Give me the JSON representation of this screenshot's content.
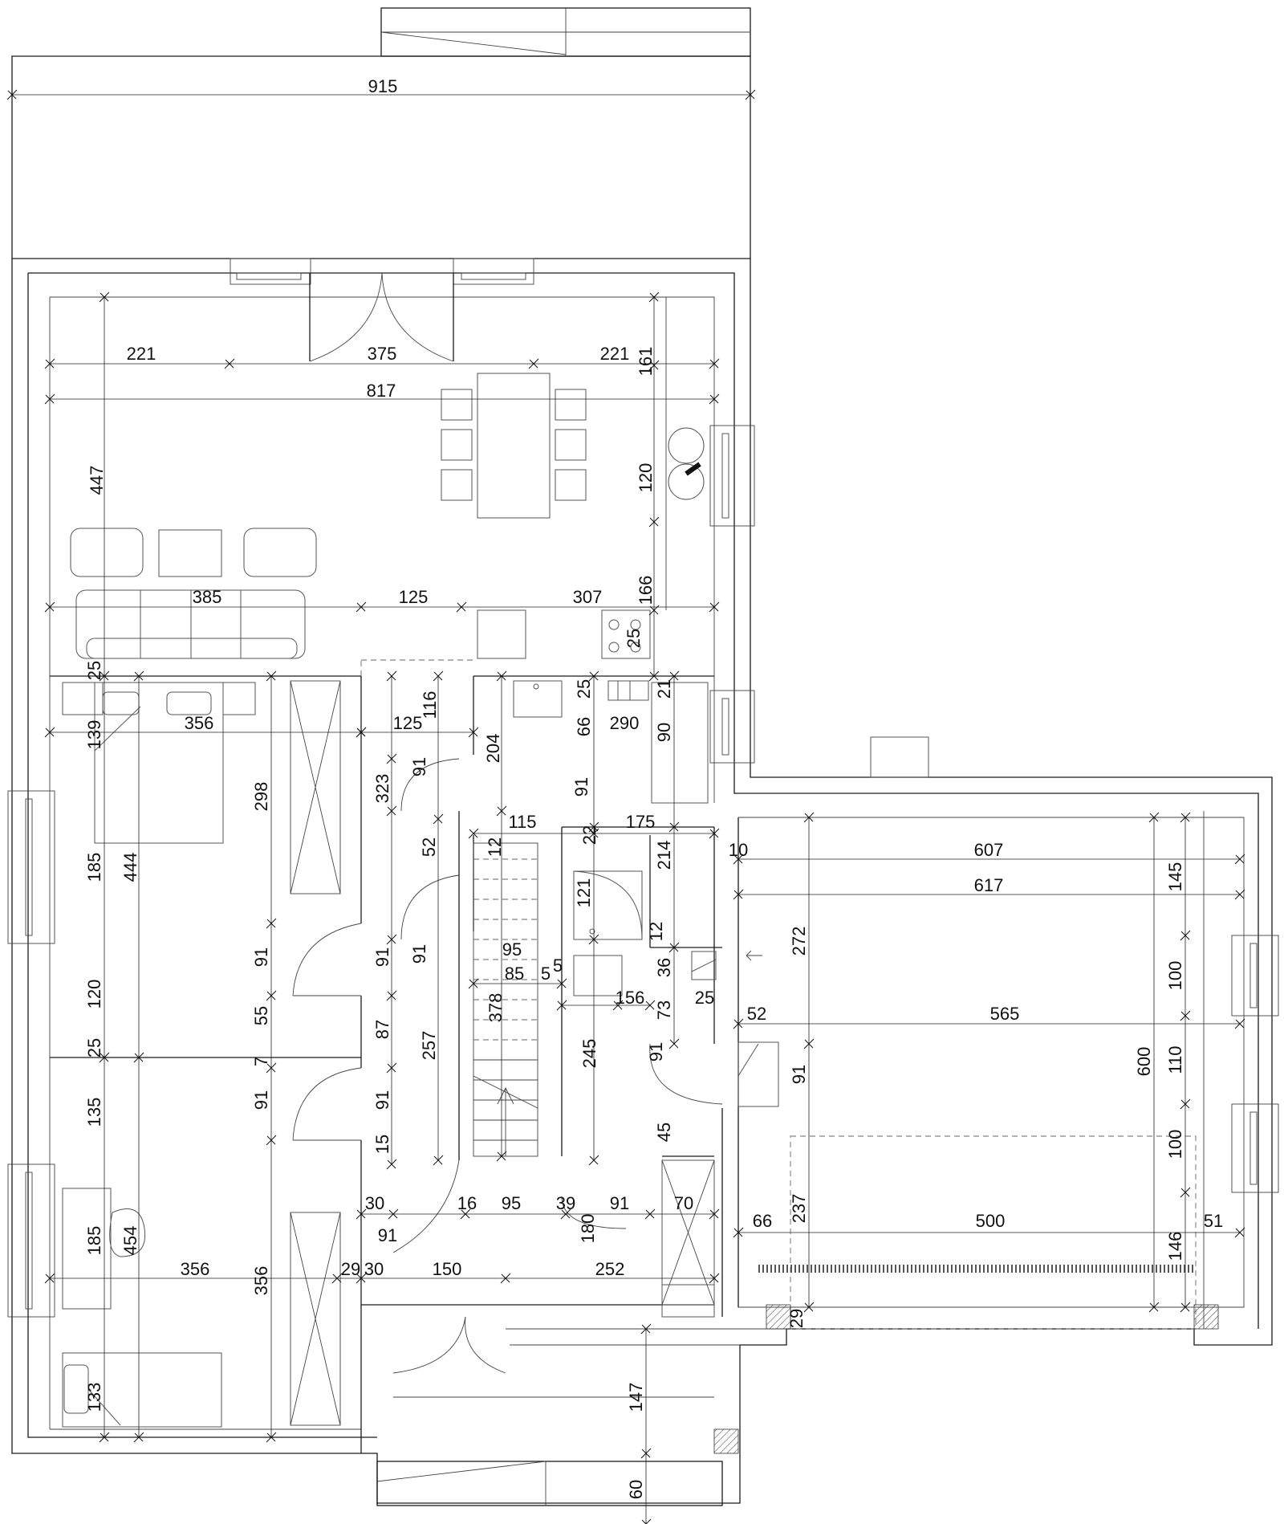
{
  "plan": {
    "dimensions": [
      {
        "id": "d915",
        "text": "915"
      },
      {
        "id": "d221a",
        "text": "221"
      },
      {
        "id": "d375",
        "text": "375"
      },
      {
        "id": "d221b",
        "text": "221"
      },
      {
        "id": "d161",
        "text": "161"
      },
      {
        "id": "d817",
        "text": "817"
      },
      {
        "id": "d447",
        "text": "447"
      },
      {
        "id": "d120k",
        "text": "120"
      },
      {
        "id": "d385",
        "text": "385"
      },
      {
        "id": "d125a",
        "text": "125"
      },
      {
        "id": "d307",
        "text": "307"
      },
      {
        "id": "d166",
        "text": "166"
      },
      {
        "id": "d25a",
        "text": "25"
      },
      {
        "id": "d25b",
        "text": "25"
      },
      {
        "id": "d116",
        "text": "116"
      },
      {
        "id": "d25c",
        "text": "25"
      },
      {
        "id": "d21",
        "text": "21"
      },
      {
        "id": "d139",
        "text": "139"
      },
      {
        "id": "d356a",
        "text": "356"
      },
      {
        "id": "d125b",
        "text": "125"
      },
      {
        "id": "d66a",
        "text": "66"
      },
      {
        "id": "d290",
        "text": "290"
      },
      {
        "id": "d90",
        "text": "90"
      },
      {
        "id": "d204",
        "text": "204"
      },
      {
        "id": "d91a",
        "text": "91"
      },
      {
        "id": "d323",
        "text": "323"
      },
      {
        "id": "d298",
        "text": "298"
      },
      {
        "id": "d91b",
        "text": "91"
      },
      {
        "id": "d115",
        "text": "115"
      },
      {
        "id": "d175",
        "text": "175"
      },
      {
        "id": "d22",
        "text": "22"
      },
      {
        "id": "d12a",
        "text": "12"
      },
      {
        "id": "d52a",
        "text": "52"
      },
      {
        "id": "d214",
        "text": "214"
      },
      {
        "id": "d10",
        "text": "10"
      },
      {
        "id": "d607",
        "text": "607"
      },
      {
        "id": "d145",
        "text": "145"
      },
      {
        "id": "d617",
        "text": "617"
      },
      {
        "id": "d185a",
        "text": "185"
      },
      {
        "id": "d444",
        "text": "444"
      },
      {
        "id": "d121",
        "text": "121"
      },
      {
        "id": "d272",
        "text": "272"
      },
      {
        "id": "d12b",
        "text": "12"
      },
      {
        "id": "d91c",
        "text": "91"
      },
      {
        "id": "d91d",
        "text": "91"
      },
      {
        "id": "d91e",
        "text": "91"
      },
      {
        "id": "d95a",
        "text": "95"
      },
      {
        "id": "d36",
        "text": "36"
      },
      {
        "id": "d100a",
        "text": "100"
      },
      {
        "id": "d85",
        "text": "85"
      },
      {
        "id": "d5a",
        "text": "5"
      },
      {
        "id": "d5b",
        "text": "5"
      },
      {
        "id": "d156",
        "text": "156"
      },
      {
        "id": "d25d",
        "text": "25"
      },
      {
        "id": "d120b",
        "text": "120"
      },
      {
        "id": "d55",
        "text": "55"
      },
      {
        "id": "d378",
        "text": "378"
      },
      {
        "id": "d73",
        "text": "73"
      },
      {
        "id": "d52b",
        "text": "52"
      },
      {
        "id": "d565",
        "text": "565"
      },
      {
        "id": "d87",
        "text": "87"
      },
      {
        "id": "d257",
        "text": "257"
      },
      {
        "id": "d245",
        "text": "245"
      },
      {
        "id": "d25e",
        "text": "25"
      },
      {
        "id": "d7",
        "text": "7"
      },
      {
        "id": "d91f",
        "text": "91"
      },
      {
        "id": "d600",
        "text": "600"
      },
      {
        "id": "d110",
        "text": "110"
      },
      {
        "id": "d91g",
        "text": "91"
      },
      {
        "id": "d135",
        "text": "135"
      },
      {
        "id": "d91h",
        "text": "91"
      },
      {
        "id": "d91i",
        "text": "91"
      },
      {
        "id": "d45",
        "text": "45"
      },
      {
        "id": "d15",
        "text": "15"
      },
      {
        "id": "d100b",
        "text": "100"
      },
      {
        "id": "d30a",
        "text": "30"
      },
      {
        "id": "d16",
        "text": "16"
      },
      {
        "id": "d95b",
        "text": "95"
      },
      {
        "id": "d39",
        "text": "39"
      },
      {
        "id": "d91j",
        "text": "91"
      },
      {
        "id": "d70",
        "text": "70"
      },
      {
        "id": "d237",
        "text": "237"
      },
      {
        "id": "d91k",
        "text": "91"
      },
      {
        "id": "d180",
        "text": "180"
      },
      {
        "id": "d66b",
        "text": "66"
      },
      {
        "id": "d500",
        "text": "500"
      },
      {
        "id": "d51",
        "text": "51"
      },
      {
        "id": "d185b",
        "text": "185"
      },
      {
        "id": "d454",
        "text": "454"
      },
      {
        "id": "d146",
        "text": "146"
      },
      {
        "id": "d356b",
        "text": "356"
      },
      {
        "id": "d356c",
        "text": "356"
      },
      {
        "id": "d29a",
        "text": "29"
      },
      {
        "id": "d30b",
        "text": "30"
      },
      {
        "id": "d150",
        "text": "150"
      },
      {
        "id": "d252",
        "text": "252"
      },
      {
        "id": "d29b",
        "text": "29"
      },
      {
        "id": "d133",
        "text": "133"
      },
      {
        "id": "d147",
        "text": "147"
      },
      {
        "id": "d60",
        "text": "60"
      }
    ]
  }
}
